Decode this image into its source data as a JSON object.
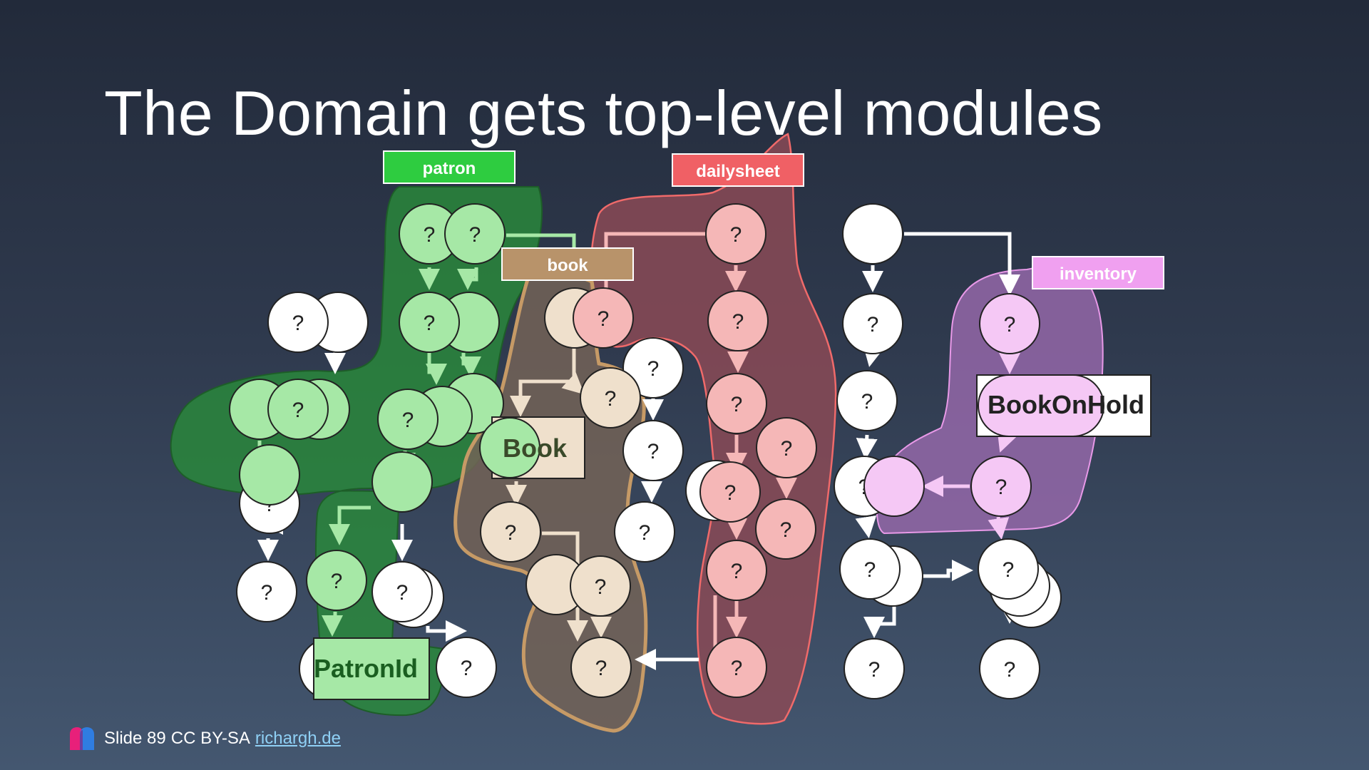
{
  "slide": {
    "title": "The Domain gets top-level modules",
    "footer": {
      "slide_label": "Slide 89",
      "license": "CC BY-SA",
      "link_text": "richargh.de"
    }
  },
  "diagram": {
    "node_glyph": "?",
    "modules": [
      {
        "id": "patron",
        "label": "patron",
        "color": "#2ecc40"
      },
      {
        "id": "book",
        "label": "book",
        "color": "#b8936a"
      },
      {
        "id": "dailysheet",
        "label": "dailysheet",
        "color": "#f06065"
      },
      {
        "id": "inventory",
        "label": "inventory",
        "color": "#f0a0f0"
      }
    ],
    "named_nodes": {
      "patron_id": "PatronId",
      "book": "Book",
      "book_on_hold": "BookOnHold"
    }
  }
}
